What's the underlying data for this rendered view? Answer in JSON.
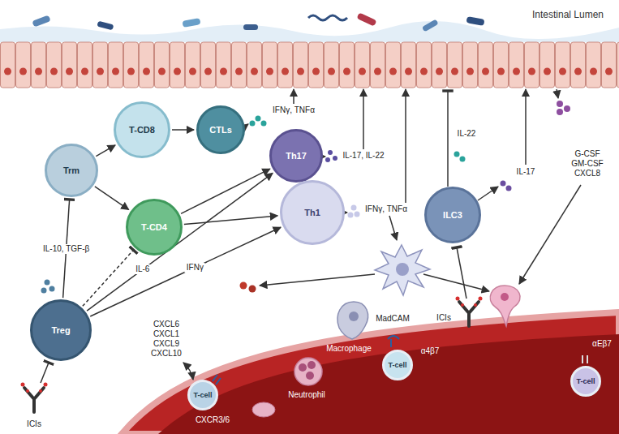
{
  "diagram": {
    "nodes": [
      {
        "text": [
          "Trm"
        ]
      },
      {
        "text": [
          "T-CD8"
        ]
      },
      {
        "text": [
          "CTLs"
        ]
      },
      {
        "text": [
          "T-CD4"
        ]
      },
      {
        "text": [
          "Th17"
        ]
      },
      {
        "text": [
          "Th1"
        ]
      },
      {
        "text": [
          "ILC3"
        ]
      },
      {
        "text": [
          "Treg"
        ]
      },
      {
        "text": [
          "T-cell"
        ]
      },
      {
        "text": [
          "T-cell"
        ]
      },
      {
        "text": [
          "T-cell"
        ]
      }
    ],
    "edges": [
      {
        "from": 0,
        "to": 1,
        "arrow": "to"
      },
      {
        "from": 0,
        "to": 3,
        "arrow": "to"
      },
      {
        "from": 1,
        "to": 2,
        "arrow": "to"
      },
      {
        "from": 3,
        "to": 4,
        "arrow": "to"
      },
      {
        "from": 3,
        "to": 5,
        "arrow": "to"
      },
      {
        "from": 7,
        "to": 3,
        "arrow": "to"
      },
      {
        "from": 7,
        "to": 0,
        "label": "IL-10, TGF-β",
        "arrow": "to"
      },
      {
        "from": 7,
        "to": 4,
        "label": "IL-6",
        "arrow": "to"
      },
      {
        "from": 7,
        "to": 5,
        "label": "IFNγ",
        "arrow": "to"
      }
    ],
    "labels": [
      "Intestinal Lumen",
      "IFNγ, TNFα",
      "IL-17, IL-22",
      "IL-22",
      "IL-17",
      "G-CSF GM-CSF CXCL8",
      "IFNγ, TNFα",
      "CXCL6 CXCL1 CXCL9 CXCL10",
      "ICIs",
      "ICIs",
      "Macrophage",
      "Neutrophil",
      "MadCAM",
      "α4β7",
      "αEβ7",
      "CXCR3/6"
    ]
  }
}
